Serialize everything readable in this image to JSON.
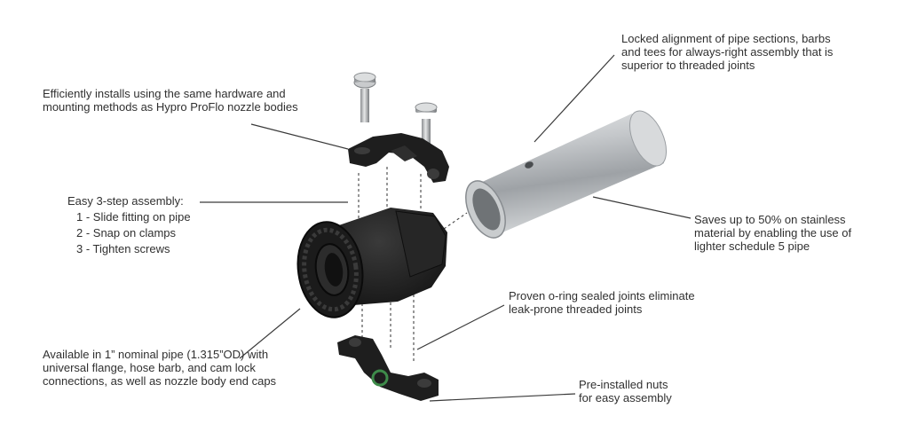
{
  "callouts": {
    "hardware": {
      "lines": [
        "Efficiently installs using the same hardware and",
        "mounting methods as Hypro ProFlo nozzle bodies"
      ]
    },
    "alignment": {
      "lines": [
        "Locked alignment of pipe sections, barbs",
        "and tees for always-right assembly that is",
        "superior to threaded joints"
      ]
    },
    "assembly": {
      "heading": "Easy 3-step assembly:",
      "steps": [
        "1 - Slide fitting on pipe",
        "2 - Snap on clamps",
        "3 - Tighten screws"
      ]
    },
    "savings": {
      "lines": [
        "Saves up to 50% on stainless",
        "material by enabling the use of",
        "lighter schedule 5 pipe"
      ]
    },
    "oring": {
      "lines": [
        "Proven o-ring sealed joints eliminate",
        "leak-prone threaded joints"
      ]
    },
    "availability": {
      "lines": [
        "Available in 1” nominal pipe (1.315”OD) with",
        "universal flange, hose barb, and cam lock",
        "connections, as well as nozzle body end caps"
      ]
    },
    "nuts": {
      "lines": [
        "Pre-installed nuts",
        "for easy assembly"
      ]
    }
  },
  "colors": {
    "text": "#303030",
    "leader": "#3a3a3a",
    "plastic": "#1c1c1c",
    "steel": "#b9bcbf",
    "oring": "#3e8b4a"
  }
}
